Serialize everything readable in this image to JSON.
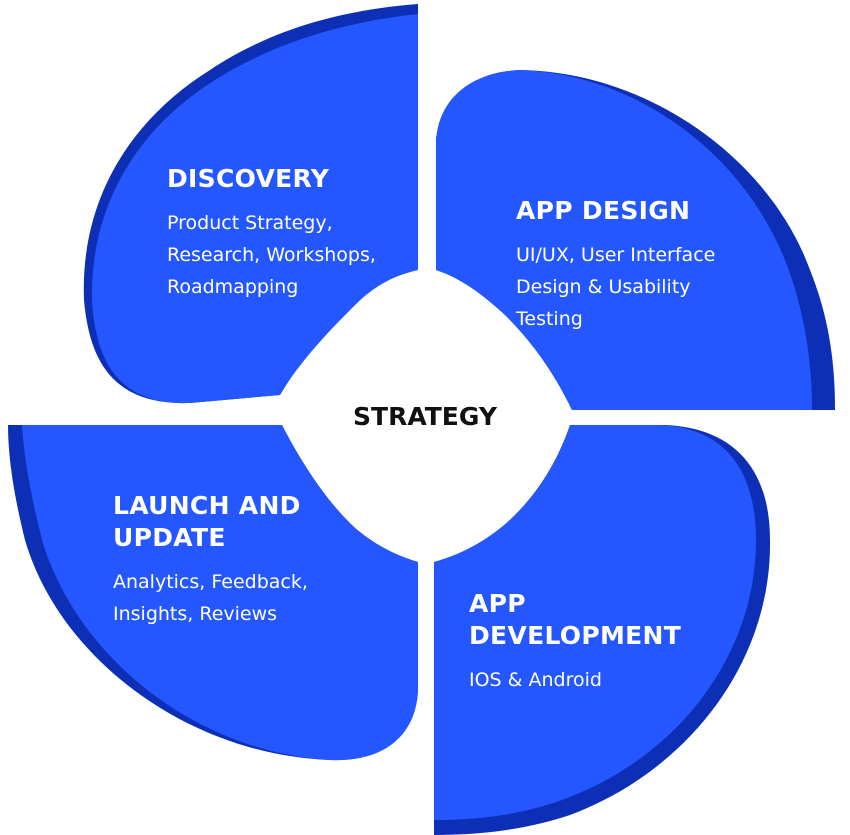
{
  "center": {
    "label": "STRATEGY"
  },
  "quadrants": [
    {
      "title": "DISCOVERY",
      "description": "Product Strategy,\nResearch, Workshops,\n Roadmapping"
    },
    {
      "title": "APP DESIGN",
      "description": "UI/UX, User Interface\nDesign & Usability\nTesting"
    },
    {
      "title": "LAUNCH AND\nUPDATE",
      "description": "Analytics, Feedback,\nInsights, Reviews"
    },
    {
      "title": "APP\nDEVELOPMENT",
      "description": "IOS & Android"
    }
  ],
  "colors": {
    "petal_fill": "#2457ff",
    "petal_rim": "#0d2fb5",
    "text_on_petal": "#ffffff",
    "center_fill": "#ffffff",
    "center_text": "#111111"
  }
}
